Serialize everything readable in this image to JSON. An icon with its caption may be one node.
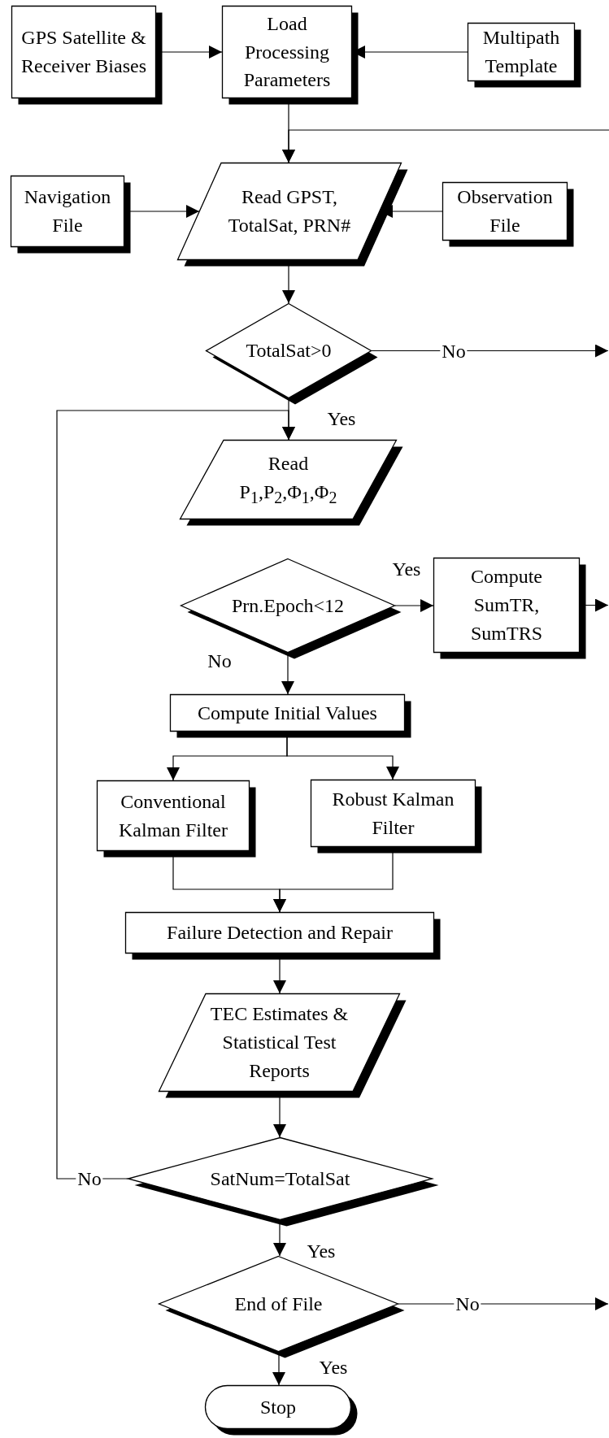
{
  "diagram": {
    "nodes": [
      {
        "text": [
          "GPS Satellite & Receiver Biases"
        ]
      },
      {
        "text": [
          "Load Processing Parameters"
        ]
      },
      {
        "text": [
          "Multipath Template"
        ]
      },
      {
        "text": [
          "Navigation File"
        ]
      },
      {
        "text": [
          "Read GPST, TotalSat, PRN#"
        ]
      },
      {
        "text": [
          "Observation File"
        ]
      },
      {
        "text": [
          "TotalSat>0"
        ]
      },
      {
        "text": [
          "Read",
          "P$_{1}$,P$_{2}$,Φ$_{1}$,Φ$_{2}$"
        ]
      },
      {
        "text": [
          "Prn.Epoch<12"
        ]
      },
      {
        "text": [
          "Compute SumTR, SumTRS"
        ]
      },
      {
        "text": [
          "Compute Initial Values"
        ]
      },
      {
        "text": [
          "Conventional Kalman Filter"
        ]
      },
      {
        "text": [
          "Robust Kalman Filter"
        ]
      },
      {
        "text": [
          "Failure Detection and Repair"
        ]
      },
      {
        "text": [
          "TEC Estimates & Statistical Test Reports"
        ]
      },
      {
        "text": [
          "SatNum=TotalSat"
        ]
      },
      {
        "text": [
          "End of File"
        ]
      },
      {
        "text": [
          "Stop"
        ]
      }
    ],
    "edges": [
      {
        "from": 0,
        "to": 1,
        "arrow": "to"
      },
      {
        "from": 2,
        "to": 1,
        "arrow": "to"
      },
      {
        "from": 1,
        "to": 4,
        "arrow": "to"
      },
      {
        "from": null,
        "to": 4,
        "arrow": "to"
      },
      {
        "from": 3,
        "to": 4,
        "arrow": "to"
      },
      {
        "from": 5,
        "to": 4,
        "arrow": "to"
      },
      {
        "from": 4,
        "to": 6,
        "arrow": "to"
      },
      {
        "from": 6,
        "to": null,
        "arrow": "to",
        "label": "No"
      },
      {
        "from": 6,
        "to": 7,
        "arrow": "to",
        "label": "Yes"
      },
      {
        "from": 8,
        "to": 9,
        "arrow": "to",
        "label": "Yes"
      },
      {
        "from": 9,
        "to": null,
        "arrow": "to"
      },
      {
        "from": 8,
        "to": 10,
        "arrow": "to",
        "label": "No"
      },
      {
        "from": 10,
        "to": 11,
        "arrow": "to"
      },
      {
        "from": 10,
        "to": 12,
        "arrow": "to"
      },
      {
        "from": 11,
        "to": 13,
        "arrow": "to"
      },
      {
        "from": 12,
        "to": 13,
        "arrow": "to"
      },
      {
        "from": 13,
        "to": 14,
        "arrow": "to"
      },
      {
        "from": 14,
        "to": 15,
        "arrow": "to"
      },
      {
        "from": 15,
        "to": 7,
        "arrow": "to",
        "label": "No"
      },
      {
        "from": 15,
        "to": 16,
        "arrow": "to",
        "label": "Yes"
      },
      {
        "from": 16,
        "to": null,
        "arrow": "to",
        "label": "No"
      },
      {
        "from": 16,
        "to": 17,
        "arrow": "to",
        "label": "Yes"
      }
    ]
  }
}
